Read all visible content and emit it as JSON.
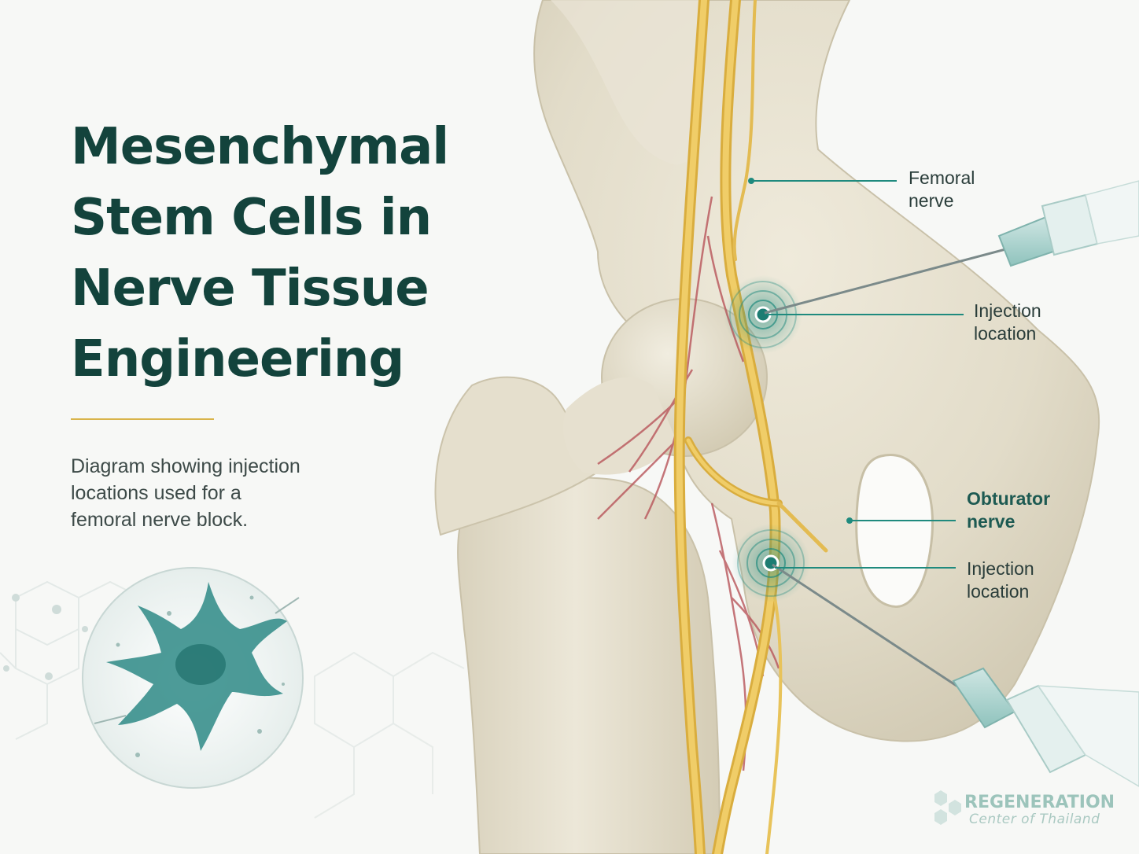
{
  "title": {
    "lines": [
      "Mesenchymal",
      "Stem Cells in",
      "Nerve Tissue",
      "Engineering"
    ]
  },
  "caption": {
    "lines": [
      "Diagram showing injection",
      "locations used for a",
      "femoral nerve block."
    ]
  },
  "labels": {
    "femoral_nerve": [
      "Femoral",
      "nerve"
    ],
    "injection_upper": [
      "Injection",
      "location"
    ],
    "obturator_nerve": [
      "Obturator",
      "nerve"
    ],
    "injection_lower": [
      "Injection",
      "location"
    ]
  },
  "logo": {
    "line1": "REGENERATION",
    "line2": "Center of Thailand"
  },
  "colors": {
    "title": "#13433c",
    "accent_teal": "#1f8a7e",
    "gold_rule": "#d9b44a",
    "nerve_yellow": "#e8c35a",
    "bone": "#e7e2d2",
    "vessel_red": "#b8555a",
    "cell_teal": "#2e8a86"
  },
  "icons": {
    "cell": "mesenchymal-stem-cell-icon",
    "needle": "syringe-needle-icon",
    "target": "injection-target-icon"
  }
}
